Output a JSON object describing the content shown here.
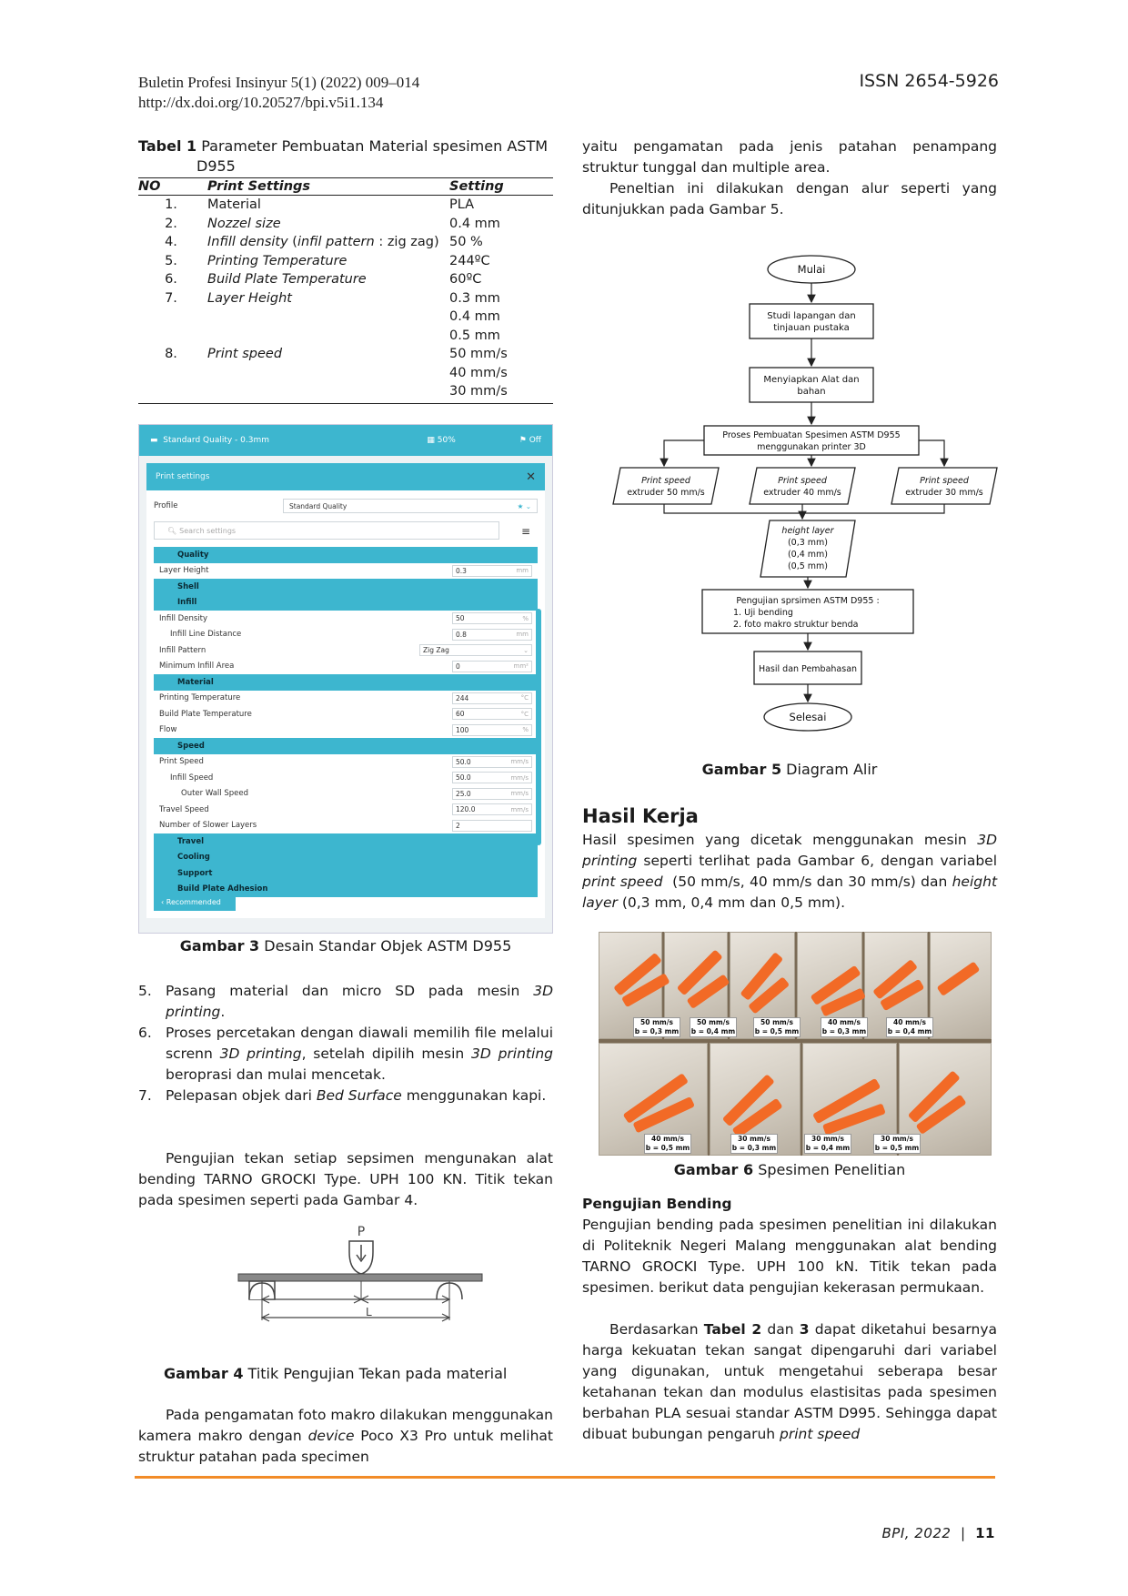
{
  "header": {
    "journal": "Buletin Profesi Insinyur 5(1) (2022) 009–014",
    "doi": "http://dx.doi.org/10.20527/bpi.v5i1.134",
    "issn": "ISSN 2654-5926"
  },
  "table1": {
    "label": "Tabel 1",
    "caption_a": "Parameter Pembuatan Material spesimen ASTM",
    "caption_b": "D955",
    "headers": [
      "NO",
      "Print Settings",
      "Setting"
    ],
    "rows": [
      {
        "no": "1.",
        "name": "Material",
        "values": [
          "PLA"
        ]
      },
      {
        "no": "2.",
        "name": "Nozzel size",
        "values": [
          "0.4 mm"
        ]
      },
      {
        "no": "4.",
        "name": "Infill density (infil pattern : zig zag)",
        "values": [
          "50 %"
        ]
      },
      {
        "no": "5.",
        "name": "Printing Temperature",
        "values": [
          "244ºC"
        ]
      },
      {
        "no": "6.",
        "name": "Build Plate Temperature",
        "values": [
          "60ºC"
        ]
      },
      {
        "no": "7.",
        "name": "Layer Height",
        "values": [
          "0.3 mm",
          "0.4 mm",
          "0.5 mm"
        ]
      },
      {
        "no": "8.",
        "name": "Print speed",
        "values": [
          "50 mm/s",
          "40 mm/s",
          "30 mm/s"
        ]
      }
    ]
  },
  "screenshot": {
    "topbar_profile": "Standard Quality - 0.3mm",
    "topbar_infill": "50%",
    "topbar_support": "Off",
    "panel_title": "Print settings",
    "profile_label": "Profile",
    "profile_value": "Standard Quality",
    "search_placeholder": "Search settings",
    "rows": [
      {
        "type": "cat",
        "label": "Quality"
      },
      {
        "type": "fld",
        "label": "Layer Height",
        "value": "0.3",
        "unit": "mm",
        "indent": 0
      },
      {
        "type": "cat",
        "label": "Shell"
      },
      {
        "type": "cat",
        "label": "Infill"
      },
      {
        "type": "fld",
        "label": "Infill Density",
        "value": "50",
        "unit": "%",
        "indent": 0
      },
      {
        "type": "fld",
        "label": "Infill Line Distance",
        "value": "0.8",
        "unit": "mm",
        "indent": 1
      },
      {
        "type": "sel",
        "label": "Infill Pattern",
        "value": "Zig Zag",
        "unit": "",
        "indent": 0
      },
      {
        "type": "fld",
        "label": "Minimum Infill Area",
        "value": "0",
        "unit": "mm²",
        "indent": 0
      },
      {
        "type": "cat",
        "label": "Material"
      },
      {
        "type": "fld",
        "label": "Printing Temperature",
        "value": "244",
        "unit": "°C",
        "indent": 0
      },
      {
        "type": "fld",
        "label": "Build Plate Temperature",
        "value": "60",
        "unit": "°C",
        "indent": 0
      },
      {
        "type": "fld",
        "label": "Flow",
        "value": "100",
        "unit": "%",
        "indent": 0
      },
      {
        "type": "cat",
        "label": "Speed"
      },
      {
        "type": "fld",
        "label": "Print Speed",
        "value": "50.0",
        "unit": "mm/s",
        "indent": 0
      },
      {
        "type": "fld",
        "label": "Infill Speed",
        "value": "50.0",
        "unit": "mm/s",
        "indent": 1
      },
      {
        "type": "fld",
        "label": "Outer Wall Speed",
        "value": "25.0",
        "unit": "mm/s",
        "indent": 2
      },
      {
        "type": "fld",
        "label": "Travel Speed",
        "value": "120.0",
        "unit": "mm/s",
        "indent": 0
      },
      {
        "type": "fld",
        "label": "Number of Slower Layers",
        "value": "2",
        "unit": "",
        "indent": 0
      },
      {
        "type": "cat",
        "label": "Travel"
      },
      {
        "type": "cat",
        "label": "Cooling"
      },
      {
        "type": "cat",
        "label": "Support"
      },
      {
        "type": "cat",
        "label": "Build Plate Adhesion"
      }
    ],
    "recommended": "Recommended"
  },
  "fig3": {
    "label": "Gambar 3",
    "text": "Desain Standar Objek ASTM D955"
  },
  "steps": [
    {
      "n": "5.",
      "html": "Pasang material dan micro SD pada mesin <i>3D printing</i>."
    },
    {
      "n": "6.",
      "html": "Proses percetakan dengan diawali memilih file melalui screnn <i>3D printing</i>, setelah dipilih mesin <i>3D printing</i> beroprasi dan mulai mencetak."
    },
    {
      "n": "7.",
      "html": "Pelepasan objek dari <i>Bed Surface</i> menggunakan kapi."
    }
  ],
  "para_left1": "Pengujian tekan setiap sepsimen mengunakan alat bending TARNO GROCKI Type. UPH 100 KN. Titik tekan pada spesimen seperti pada Gambar 4.",
  "fig4": {
    "label": "Gambar 4",
    "text": "Titik Pengujian Tekan pada material",
    "p": "P",
    "l": "L"
  },
  "para_left2": "Pada pengamatan foto makro dilakukan menggunakan kamera makro dengan <i>device</i> Poco X3 Pro untuk melihat struktur patahan pada specimen",
  "para_right1": "yaitu pengamatan pada jenis patahan penampang struktur tunggal dan multiple area.",
  "para_right2": "Peneltian ini dilakukan dengan alur seperti yang ditunjukkan pada Gambar 5.",
  "flow": {
    "start": "Mulai",
    "study": [
      "Studi lapangan dan",
      "tinjauan pustaka"
    ],
    "prepare": [
      "Menyiapkan Alat dan",
      "bahan"
    ],
    "process": [
      "Proses Pembuatan Spesimen ASTM D955",
      "menggunakan printer 3D"
    ],
    "speed1": [
      "Print speed",
      "extruder 50 mm/s"
    ],
    "speed2": [
      "Print speed",
      "extruder 40 mm/s"
    ],
    "speed3": [
      "Print speed",
      "extruder 30 mm/s"
    ],
    "layer": [
      "height layer",
      "(0,3 mm)",
      "(0,4 mm)",
      "(0,5 mm)"
    ],
    "test": [
      "Pengujian sprsimen ASTM D955 :",
      "1.  Uji bending",
      "2.  foto makro struktur benda"
    ],
    "result": "Hasil dan Pembahasan",
    "end": "Selesai"
  },
  "fig5": {
    "label": "Gambar 5",
    "text": "Diagram Alir"
  },
  "section_title": "Hasil Kerja",
  "para_right3": "Hasil spesimen yang dicetak menggunakan mesin <i>3D printing</i> seperti terlihat pada Gambar 6, dengan variabel <i>print speed</i> &nbsp;(50 mm/s, 40 mm/s dan 30 mm/s) dan <i>height layer</i> (0,3 mm, 0,4 mm dan 0,5 mm).",
  "photo_labels": [
    [
      "50 mm/s",
      "b = 0,3 mm"
    ],
    [
      "50 mm/s",
      "b = 0,4 mm"
    ],
    [
      "50 mm/s",
      "b = 0,5 mm"
    ],
    [
      "40 mm/s",
      "b = 0,3 mm"
    ],
    [
      "40 mm/s",
      "b = 0,4 mm"
    ],
    [
      "40 mm/s",
      "b = 0,5 mm"
    ],
    [
      "30 mm/s",
      "b = 0,3 mm"
    ],
    [
      "30 mm/s",
      "b = 0,4 mm"
    ],
    [
      "30 mm/s",
      "b = 0,5 mm"
    ]
  ],
  "fig6": {
    "label": "Gambar 6",
    "text": "Spesimen Penelitian"
  },
  "subsection_title": "Pengujian Bending",
  "para_right4": "Pengujian bending pada spesimen penelitian ini dilakukan di Politeknik Negeri Malang menggunakan alat bending TARNO GROCKI Type. UPH 100 kN. Titik tekan pada spesimen. berikut data pengujian kekerasan permukaan.",
  "para_right5": "Berdasarkan <b>Tabel 2</b> dan <b>3</b> dapat diketahui besarnya harga kekuatan tekan sangat dipengaruhi dari variabel yang digunakan, untuk mengetahui seberapa besar ketahanan tekan dan modulus elastisitas pada spesimen berbahan PLA sesuai standar ASTM D995. Sehingga dapat dibuat bubungan pengaruh <i>print speed</i>",
  "footer": {
    "journal": "BPI",
    "year": "2022",
    "page": "11"
  }
}
